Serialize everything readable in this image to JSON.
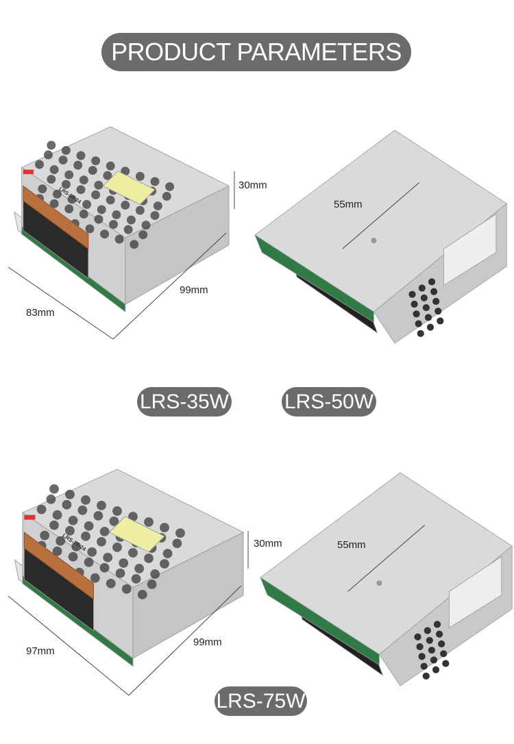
{
  "header": {
    "title": "PRODUCT PARAMETERS"
  },
  "section1": {
    "models": [
      "LRS-35W",
      "LRS-50W"
    ],
    "height": "30mm",
    "length": "99mm",
    "width": "83mm",
    "depth": "55mm",
    "front_label": "LRS-50-24"
  },
  "section2": {
    "models": [
      "LRS-75W"
    ],
    "height": "30mm",
    "length": "99mm",
    "width": "97mm",
    "depth": "55mm",
    "front_label": "LRS-75-24"
  },
  "colors": {
    "pill": "#6b6b6b",
    "metal": "#d9dadc",
    "pcb": "#2f7a45",
    "terminal": "#b8703e"
  }
}
